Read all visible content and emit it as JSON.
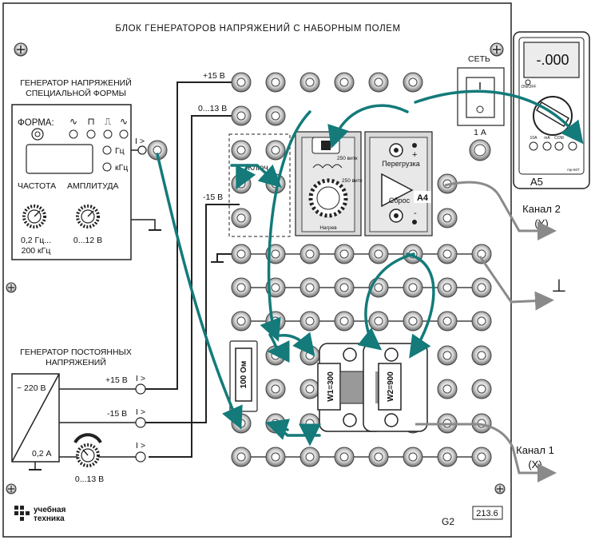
{
  "panel": {
    "title": "БЛОК ГЕНЕРАТОРОВ НАПРЯЖЕНИЙ С НАБОРНЫМ ПОЛЕМ",
    "model": "G2",
    "serial": "213.6",
    "logo_line1": "учебная",
    "logo_line2": "техника"
  },
  "special_gen": {
    "title_line1": "ГЕНЕРАТОР НАПРЯЖЕНИЙ",
    "title_line2": "СПЕЦИАЛЬНОЙ ФОРМЫ",
    "form_label": "ФОРМА:",
    "wave_symbols": [
      "∿",
      "⊓",
      "⎍",
      "∿"
    ],
    "unit_hz": "Гц",
    "unit_khz": "кГц",
    "freq_label": "ЧАСТОТА",
    "amp_label": "АМПЛИТУДА",
    "freq_range_line1": "0,2 Гц...",
    "freq_range_line2": "200 кГц",
    "amp_range": "0...12 В",
    "output_label": "I >"
  },
  "dc_gen": {
    "title_line1": "ГЕНЕРАТОР ПОСТОЯННЫХ",
    "title_line2": "НАПРЯЖЕНИЙ",
    "input_label": "~ 220 В",
    "current_label": "0,2 А",
    "out_plus15": "+15 В",
    "out_minus15": "-15 В",
    "out_adj": "0...13 В",
    "out_mark": "I >"
  },
  "rails": {
    "plus15": "+15 В",
    "adj": "0...13 В",
    "minus15": "-15 В"
  },
  "network": {
    "label": "СЕТЬ",
    "fuse": "1 А"
  },
  "switch_module": {
    "label": "Ключ"
  },
  "transformer_module": {
    "text1": "250 витк",
    "text2": "250 витк",
    "text3": "Нагрев"
  },
  "amp_module": {
    "overload": "Перегрузка",
    "reset": "Сброс",
    "plus": "+",
    "minus": "-",
    "id": "A4"
  },
  "components": {
    "resistor": "100 Ом",
    "coil1": "W1=300",
    "coil2": "W2=900"
  },
  "multimeter": {
    "display": "-.000",
    "id": "A5",
    "onoff": "ON/OFF",
    "t_10a": "10A",
    "t_ma": "mA",
    "t_com": "COM",
    "t_v": "V",
    "model": "mp-60T"
  },
  "channels": {
    "ch2_line1": "Канал 2",
    "ch2_line2": "(Y)",
    "ch1_line1": "Канал 1",
    "ch1_line2": "(X)",
    "ground_symbol": "⊥"
  },
  "colors": {
    "teal": "#147a7a",
    "gray_wire": "#8a8a8a",
    "panel_line": "#222222"
  }
}
